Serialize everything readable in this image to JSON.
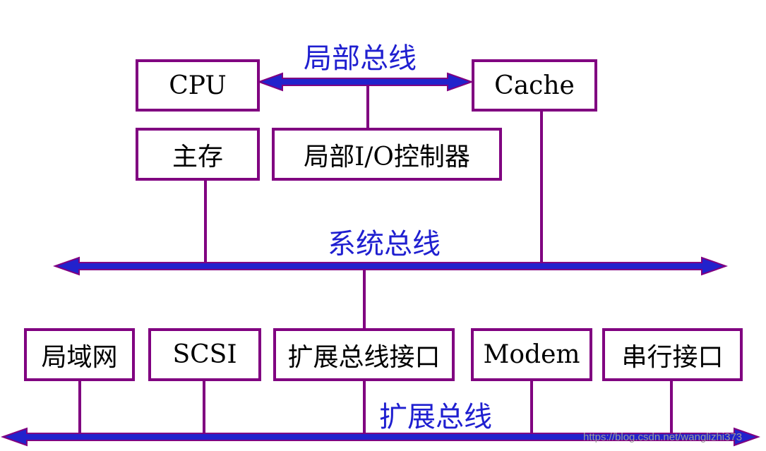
{
  "colors": {
    "border": "#800080",
    "bus_fill": "#2222cc",
    "bus_outline": "#800080",
    "label": "#1f1fd0"
  },
  "boxes": {
    "cpu": "CPU",
    "cache": "Cache",
    "main_memory": "主存",
    "local_io_controller": "局部I/O控制器",
    "lan": "局域网",
    "scsi": "SCSI",
    "expansion_bus_interface": "扩展总线接口",
    "modem": "Modem",
    "serial_interface": "串行接口"
  },
  "buses": {
    "local_bus": "局部总线",
    "system_bus": "系统总线",
    "expansion_bus": "扩展总线"
  },
  "watermark": "https://blog.csdn.net/wanglizhi373"
}
